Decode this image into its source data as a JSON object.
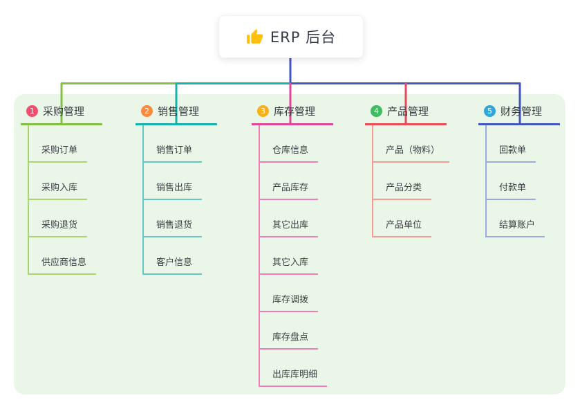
{
  "root": {
    "label": "ERP 后台",
    "icon": "thumbs-up-icon",
    "icon_color": "#FFC10D"
  },
  "connectors": {
    "green": "#82c043",
    "teal": "#17b3ab",
    "magenta": "#e0479b",
    "red": "#e8485c",
    "indigo": "#4356c0"
  },
  "panel_color": "#eaf6e7",
  "branches": [
    {
      "num": "1",
      "label": "采购管理",
      "color": "#82c043",
      "color_light": "#abd471",
      "badge_color": "#f0506e",
      "children": [
        "采购订单",
        "采购入库",
        "采购退货",
        "供应商信息"
      ]
    },
    {
      "num": "2",
      "label": "销售管理",
      "color": "#17b3ab",
      "color_light": "#63c9c0",
      "badge_color": "#fc8a3d",
      "children": [
        "销售订单",
        "销售出库",
        "销售退货",
        "客户信息"
      ]
    },
    {
      "num": "3",
      "label": "库存管理",
      "color": "#e0479b",
      "color_light": "#f07db6",
      "badge_color": "#fbb017",
      "children": [
        "仓库信息",
        "产品库存",
        "其它出库",
        "其它入库",
        "库存调拨",
        "库存盘点",
        "出库库明细"
      ]
    },
    {
      "num": "4",
      "label": "产品管理",
      "color": "#ef4b52",
      "color_light": "#f49b94",
      "badge_color": "#3fbc5f",
      "children": [
        "产品（物料）",
        "产品分类",
        "产品单位"
      ]
    },
    {
      "num": "5",
      "label": "财务管理",
      "color": "#4356c0",
      "color_light": "#9aa9df",
      "badge_color": "#2fa7dc",
      "children": [
        "回款单",
        "付款单",
        "结算账户"
      ]
    }
  ]
}
